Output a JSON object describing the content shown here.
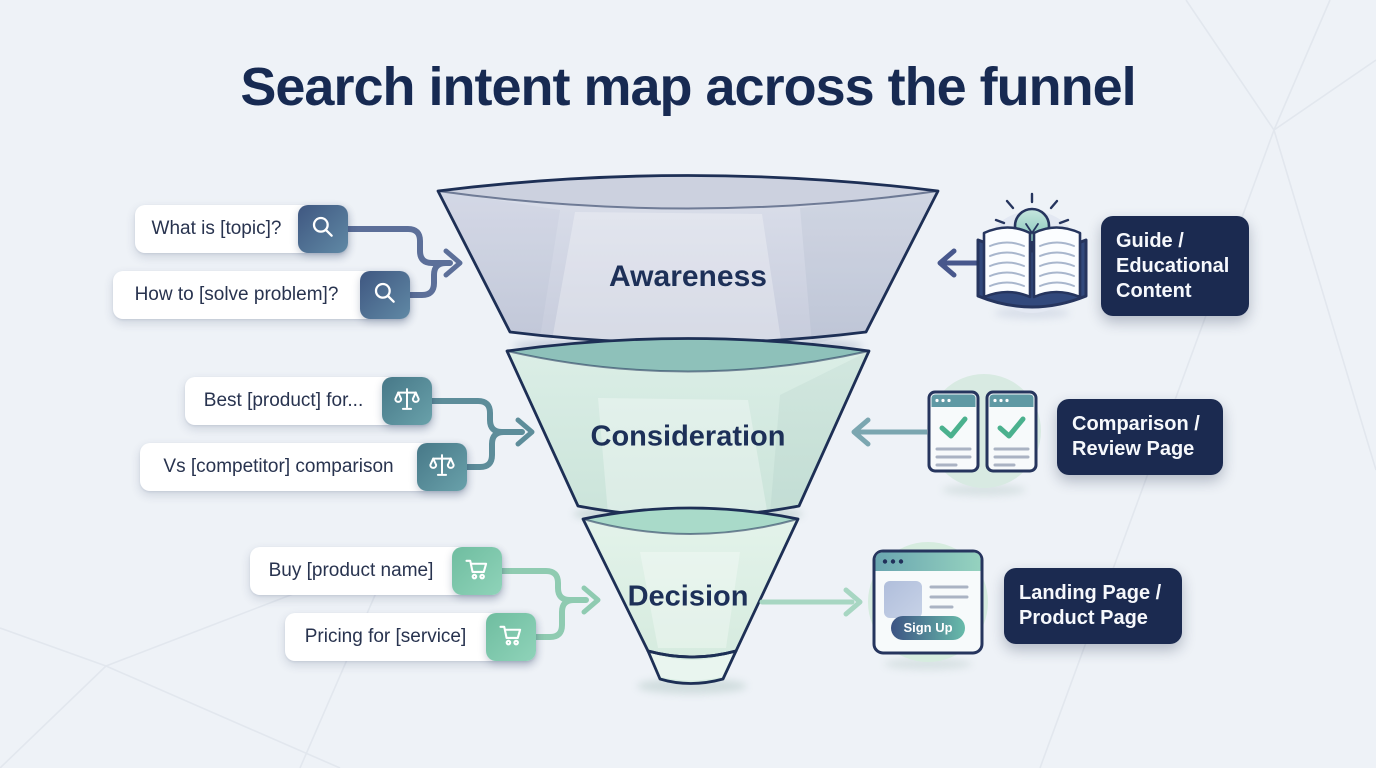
{
  "title": "Search intent map across the funnel",
  "funnel": {
    "stages": [
      {
        "label": "Awareness"
      },
      {
        "label": "Consideration"
      },
      {
        "label": "Decision"
      }
    ]
  },
  "search_queries": {
    "awareness": [
      {
        "text": "What is [topic]?",
        "icon": "search-icon"
      },
      {
        "text": "How to [solve problem]?",
        "icon": "search-icon"
      }
    ],
    "consideration": [
      {
        "text": "Best [product] for...",
        "icon": "scales-icon"
      },
      {
        "text": "Vs [competitor] comparison",
        "icon": "scales-icon"
      }
    ],
    "decision": [
      {
        "text": "Buy [product name]",
        "icon": "cart-icon"
      },
      {
        "text": "Pricing for [service]",
        "icon": "cart-icon"
      }
    ]
  },
  "content_labels": [
    {
      "stage": "Awareness",
      "lines": [
        "Guide /",
        "Educational",
        "Content"
      ]
    },
    {
      "stage": "Consideration",
      "lines": [
        "Comparison /",
        "Review Page"
      ]
    },
    {
      "stage": "Decision",
      "lines": [
        "Landing Page /",
        "Product Page"
      ]
    }
  ],
  "illustration": {
    "signup_label": "Sign Up"
  },
  "colors": {
    "background": "#eef2f7",
    "title_text": "#172a52",
    "outline_navy": "#1d2f55",
    "awareness_fill": "#d4d8e5",
    "consideration_fill": "#d7ebe3",
    "decision_fill": "#e0f1e8",
    "navy_box": "#1b2a50",
    "search_button": "#41598b",
    "scales_button": "#4c7f8d",
    "cart_button": "#79c5a8",
    "arrow_awareness": "#5c6f99",
    "arrow_consideration": "#5d8d9a",
    "arrow_decision": "#8fcbb1"
  }
}
